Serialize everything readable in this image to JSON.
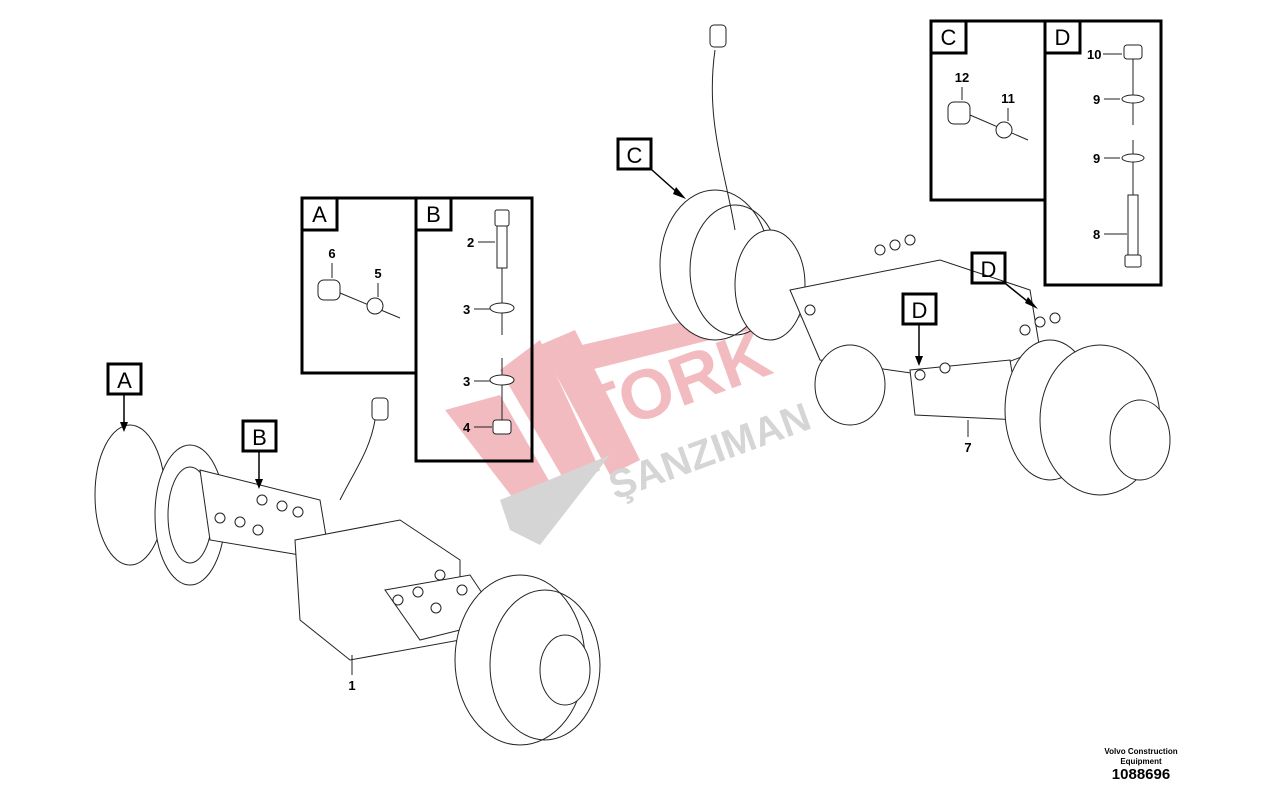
{
  "detail_boxes": [
    {
      "letter": "A",
      "parts": [
        "6",
        "5"
      ]
    },
    {
      "letter": "B",
      "parts": [
        "2",
        "3",
        "3",
        "4"
      ]
    },
    {
      "letter": "C",
      "parts": [
        "12",
        "11"
      ]
    },
    {
      "letter": "D",
      "parts": [
        "10",
        "9",
        "9",
        "8"
      ]
    }
  ],
  "callouts": [
    "A",
    "B",
    "C",
    "D",
    "D"
  ],
  "part_numbers": {
    "front_axle": "1",
    "rear_axle": "7"
  },
  "watermark": {
    "line1": "TORK",
    "line2": "ŞANZIMAN",
    "red": "#e8858d",
    "gray": "#b4b4b4"
  },
  "footer": {
    "credit": "Volvo Construction Equipment",
    "doc_number": "1088696"
  }
}
